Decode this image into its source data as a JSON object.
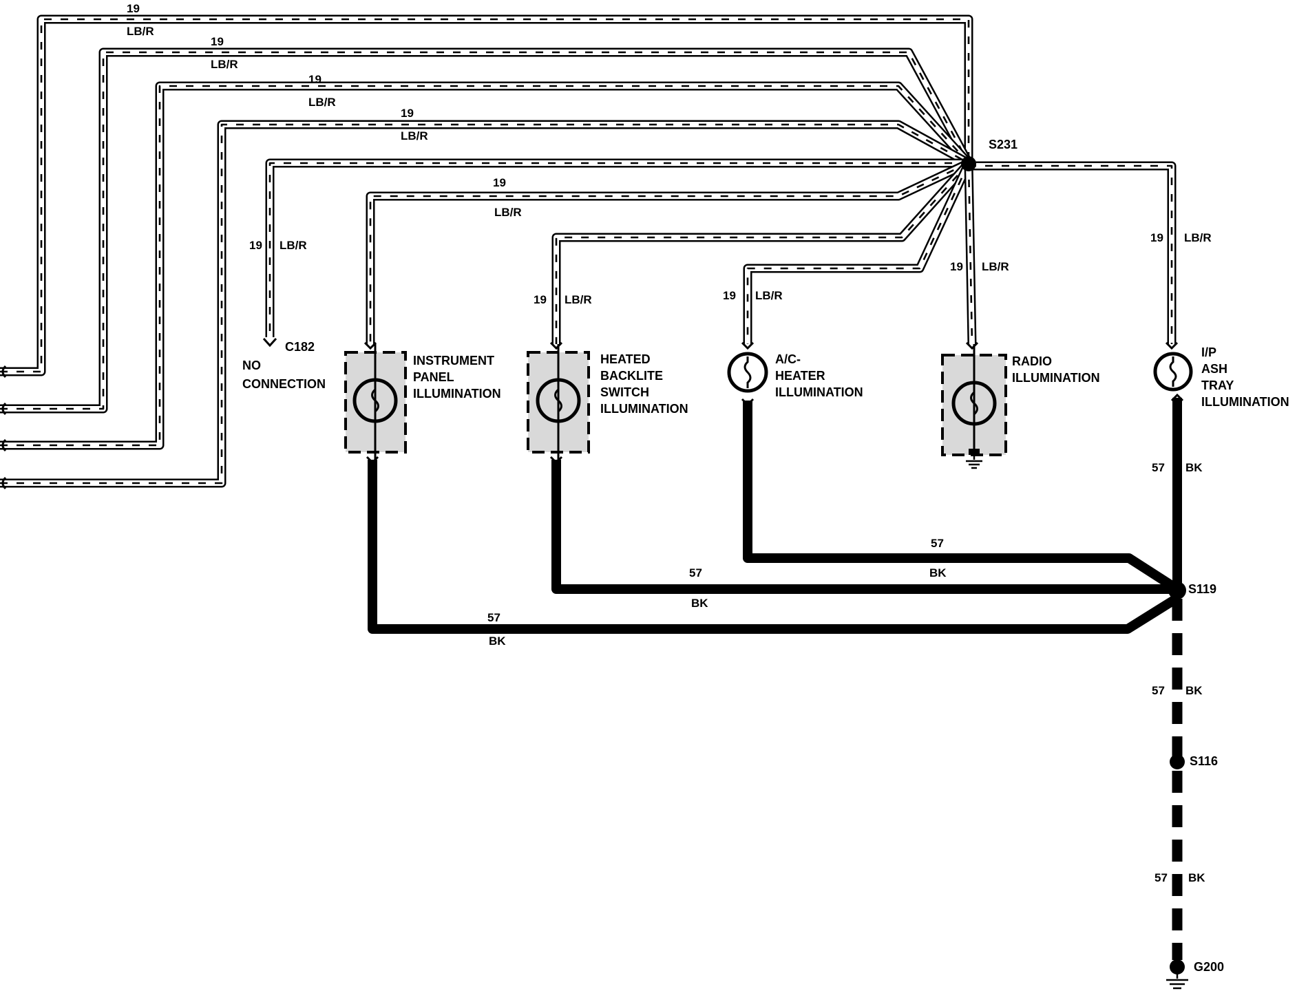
{
  "wires": {
    "lb_r": {
      "circuit": "19",
      "color": "LB/R"
    },
    "bk": {
      "circuit": "57",
      "color": "BK"
    }
  },
  "splices": {
    "s231": "S231",
    "s119": "S119",
    "s116": "S116",
    "g200": "G200"
  },
  "connectors": {
    "c182": "C182",
    "no_connection": [
      "NO",
      "CONNECTION"
    ]
  },
  "components": {
    "instrument_panel": [
      "INSTRUMENT",
      "PANEL",
      "ILLUMINATION"
    ],
    "heated_backlite": [
      "HEATED",
      "BACKLITE",
      "SWITCH",
      "ILLUMINATION"
    ],
    "ac_heater": [
      "A/C-",
      "HEATER",
      "ILLUMINATION"
    ],
    "radio": [
      "RADIO",
      "ILLUMINATION"
    ],
    "ip_ash_tray": [
      "I/P",
      "ASH",
      "TRAY",
      "ILLUMINATION"
    ]
  }
}
